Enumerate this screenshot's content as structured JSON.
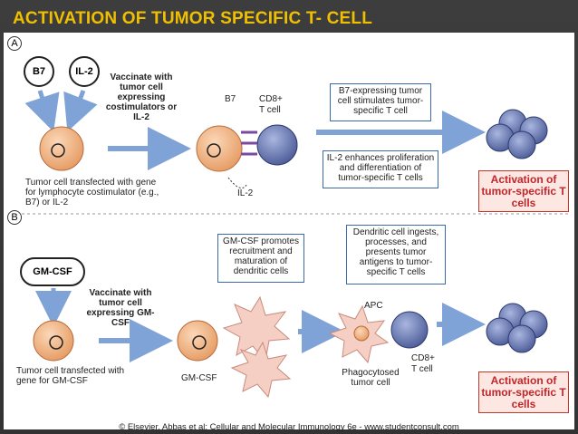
{
  "title": "ACTIVATION OF TUMOR SPECIFIC T- CELL",
  "panel_a": {
    "letter": "A",
    "b7_badge": "B7",
    "il2_badge": "IL-2",
    "vaccinate_text": "Vaccinate with tumor cell expressing costimulators or IL-2",
    "b7_label": "B7",
    "cd8_label": "CD8+",
    "tcell_label": "T cell",
    "il2_label": "IL-2",
    "tumor_cell_text": "Tumor cell transfected with gene for lymphocyte costimulator (e.g., B7) or IL-2",
    "box_b7": "B7-expressing tumor cell stimulates tumor-specific T cell",
    "box_il2": "IL-2 enhances proliferation and differentiation of tumor-specific T cells",
    "result": "Activation of tumor-specific T cells"
  },
  "panel_b": {
    "letter": "B",
    "gmcsf_badge": "GM-CSF",
    "vaccinate_text": "Vaccinate with tumor cell expressing GM-CSF",
    "tumor_cell_text": "Tumor cell transfected with gene for GM-CSF",
    "gmcsf_label": "GM-CSF",
    "box_gmcsf": "GM-CSF promotes recruitment and maturation of dendritic cells",
    "box_dc": "Dendritic cell ingests, processes, and presents tumor antigens to tumor-specific T cells",
    "apc_label": "APC",
    "cd8_label": "CD8+",
    "tcell_label": "T cell",
    "phago_label": "Phagocytosed tumor cell",
    "result": "Activation of tumor-specific T cells"
  },
  "caption": "© Elsevier. Abbas et al: Cellular and Molecular Immunology 6e - www.studentconsult.com",
  "colors": {
    "title": "#f0c000",
    "tumor_cell": "#f2b98a",
    "t_cell": "#6f7fb8",
    "dendritic_cell": "#f6cfc4",
    "arrow": "#7fa3d6",
    "result_text": "#c0262b"
  }
}
